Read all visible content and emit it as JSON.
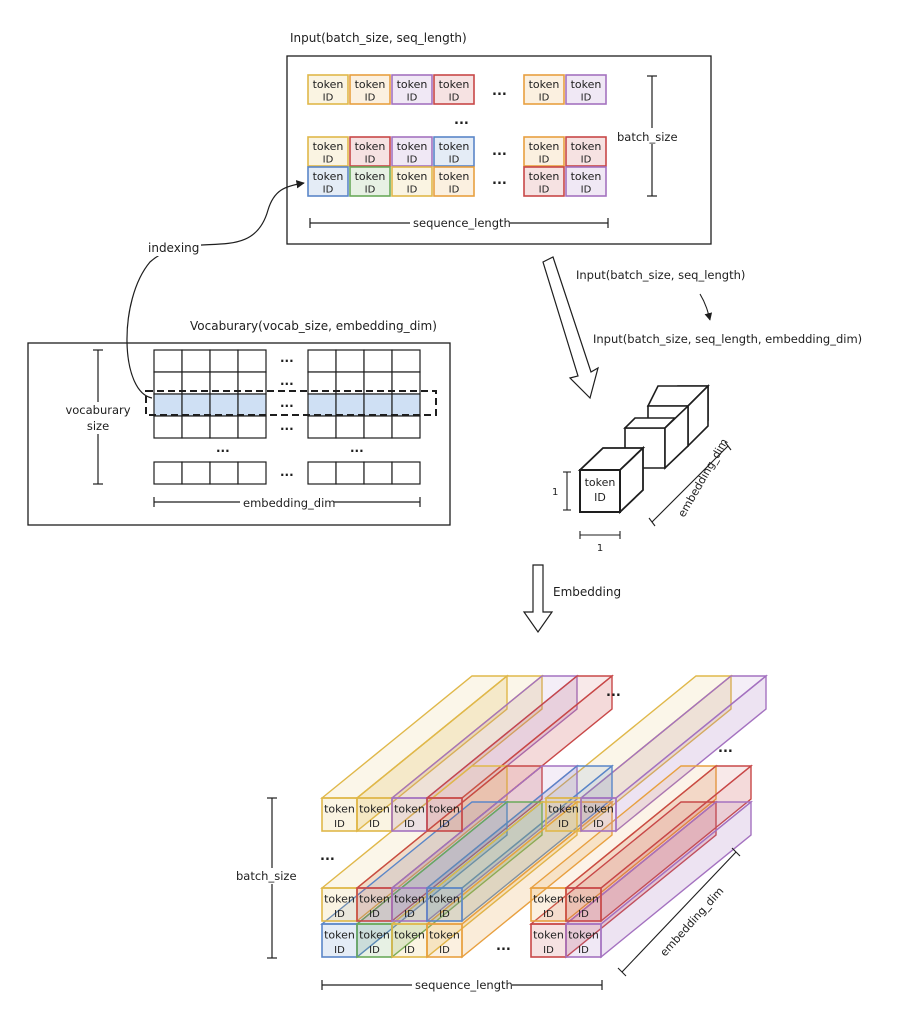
{
  "input_panel": {
    "title": "Input(batch_size, seq_length)",
    "cell_line1": "token",
    "cell_line2": "ID",
    "ellipsis": "...",
    "batch_label": "batch_size",
    "seq_label": "sequence_length",
    "rows": [
      [
        "yellow",
        "orange",
        "purple",
        "red",
        "orange",
        "purple"
      ],
      [
        "yellow",
        "red",
        "purple",
        "blue",
        "orange",
        "red"
      ],
      [
        "blue",
        "green",
        "yellow",
        "orange",
        "red",
        "purple"
      ]
    ]
  },
  "indexing_label": "indexing",
  "vocab_panel": {
    "title": "Vocaburary(vocab_size, embedding_dim)",
    "vocab_label_line1": "vocaburary",
    "vocab_label_line2": "size",
    "embedding_label": "embedding_dim",
    "ellipsis": "..."
  },
  "shape_notes": {
    "from": "Input(batch_size, seq_length)",
    "to": "Input(batch_size, seq_length, embedding_dim)"
  },
  "token_cube": {
    "label_line1": "token",
    "label_line2": "ID",
    "height_label": "1",
    "width_label": "1",
    "depth_label": "embedding_dim"
  },
  "embedding_arrow_label": "Embedding",
  "output_tensor": {
    "cell_line1": "token",
    "cell_line2": "ID",
    "ellipsis": "...",
    "batch_label": "batch_size",
    "seq_label": "sequence_length",
    "depth_label": "embedding_dim"
  },
  "colors": {
    "yellow": "#e0b84a",
    "orange": "#e8a040",
    "purple": "#a472c0",
    "red": "#c84848",
    "blue": "#5a86c8",
    "green": "#6aaa5a",
    "highlight": "#cfe0f4",
    "ink": "#1e1e1e"
  }
}
